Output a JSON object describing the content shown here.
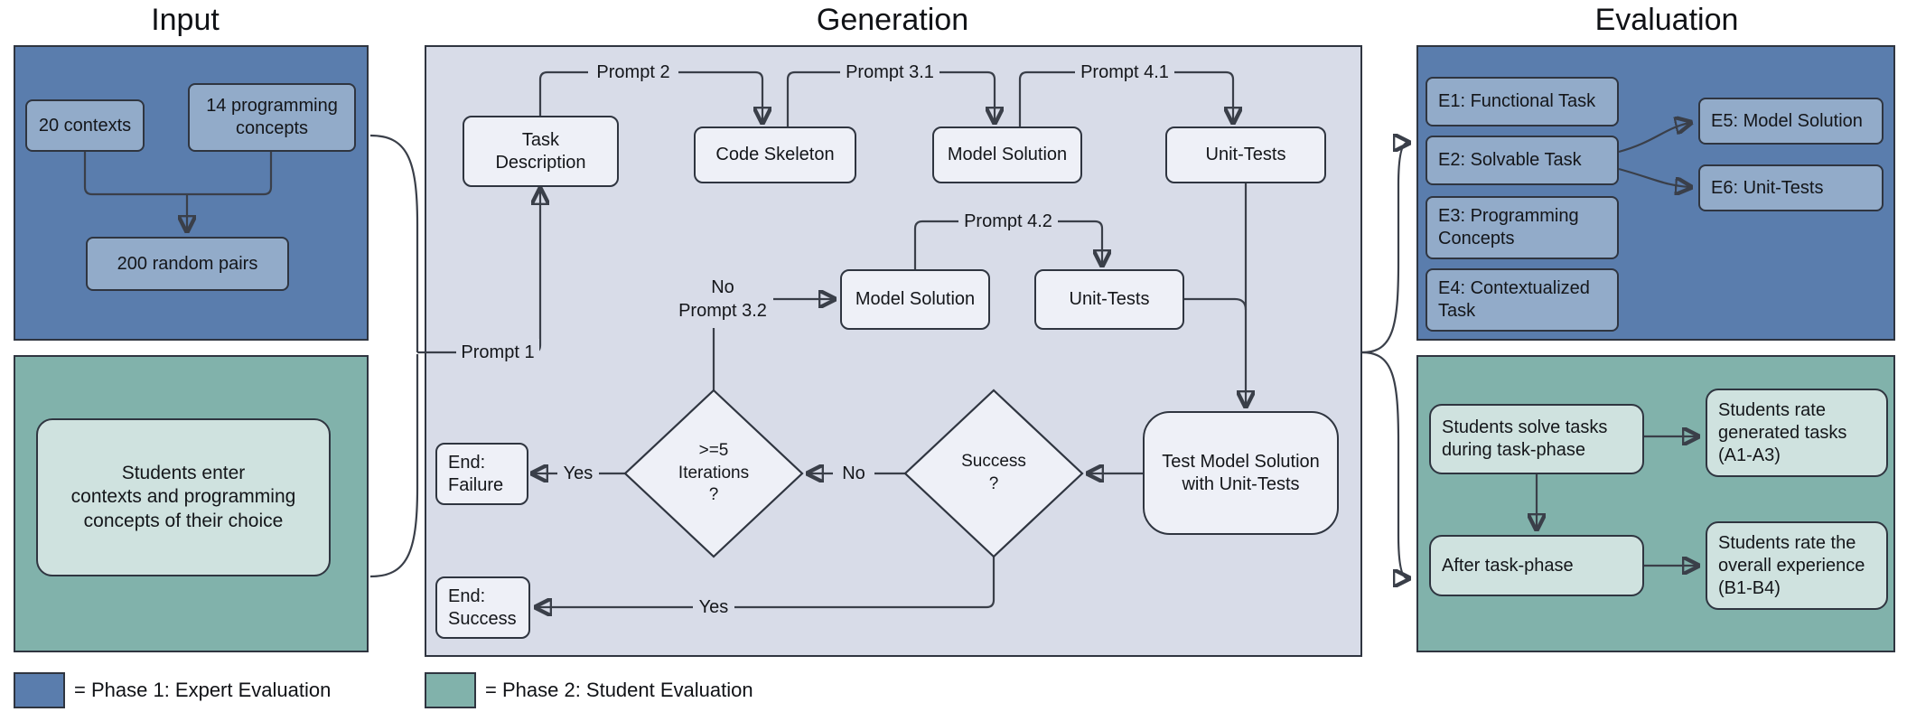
{
  "titles": {
    "input": "Input",
    "generation": "Generation",
    "evaluation": "Evaluation"
  },
  "input": {
    "contexts": "20 contexts",
    "concepts": "14 programming\nconcepts",
    "pairs": "200 random pairs",
    "students": "Students enter\ncontexts and programming\nconcepts of their choice"
  },
  "generation": {
    "boxes": {
      "task_description": "Task\nDescription",
      "code_skeleton": "Code Skeleton",
      "model_solution_1": "Model Solution",
      "unit_tests_1": "Unit-Tests",
      "model_solution_2": "Model Solution",
      "unit_tests_2": "Unit-Tests",
      "test_model_solution": "Test Model Solution\nwith Unit-Tests",
      "end_failure": "End:\nFailure",
      "end_success": "End:\nSuccess"
    },
    "decisions": {
      "iterations": ">=5\nIterations\n?",
      "success": "Success\n?"
    },
    "labels": {
      "prompt1": "Prompt 1",
      "prompt2": "Prompt 2",
      "prompt3_1": "Prompt 3.1",
      "prompt4_1": "Prompt 4.1",
      "prompt4_2": "Prompt 4.2",
      "no_prompt3_2": "No\nPrompt 3.2",
      "yes_to_failure": "Yes",
      "no_to_iterations": "No",
      "yes_to_success": "Yes"
    }
  },
  "evaluation": {
    "expert": {
      "e1": "E1: Functional Task",
      "e2": "E2: Solvable Task",
      "e3": "E3: Programming\nConcepts",
      "e4": "E4: Contextualized\nTask",
      "e5": "E5: Model Solution",
      "e6": "E6: Unit-Tests"
    },
    "student": {
      "solve": "Students solve tasks\nduring task-phase",
      "rate_tasks": "Students rate\ngenerated tasks\n(A1-A3)",
      "after": "After task-phase",
      "rate_experience": "Students rate the\noverall experience\n(B1-B4)"
    }
  },
  "legend": {
    "phase1": "= Phase 1: Expert Evaluation",
    "phase2": "= Phase 2: Student Evaluation"
  },
  "colors": {
    "blue_panel": "#5a7dad",
    "blue_box": "#92abc9",
    "teal_panel": "#81b2ab",
    "teal_box": "#cfe2df",
    "gen_panel": "#d8dce8",
    "gen_box": "#eef0f7",
    "border": "#2f3540",
    "arrow": "#3a3f49"
  }
}
